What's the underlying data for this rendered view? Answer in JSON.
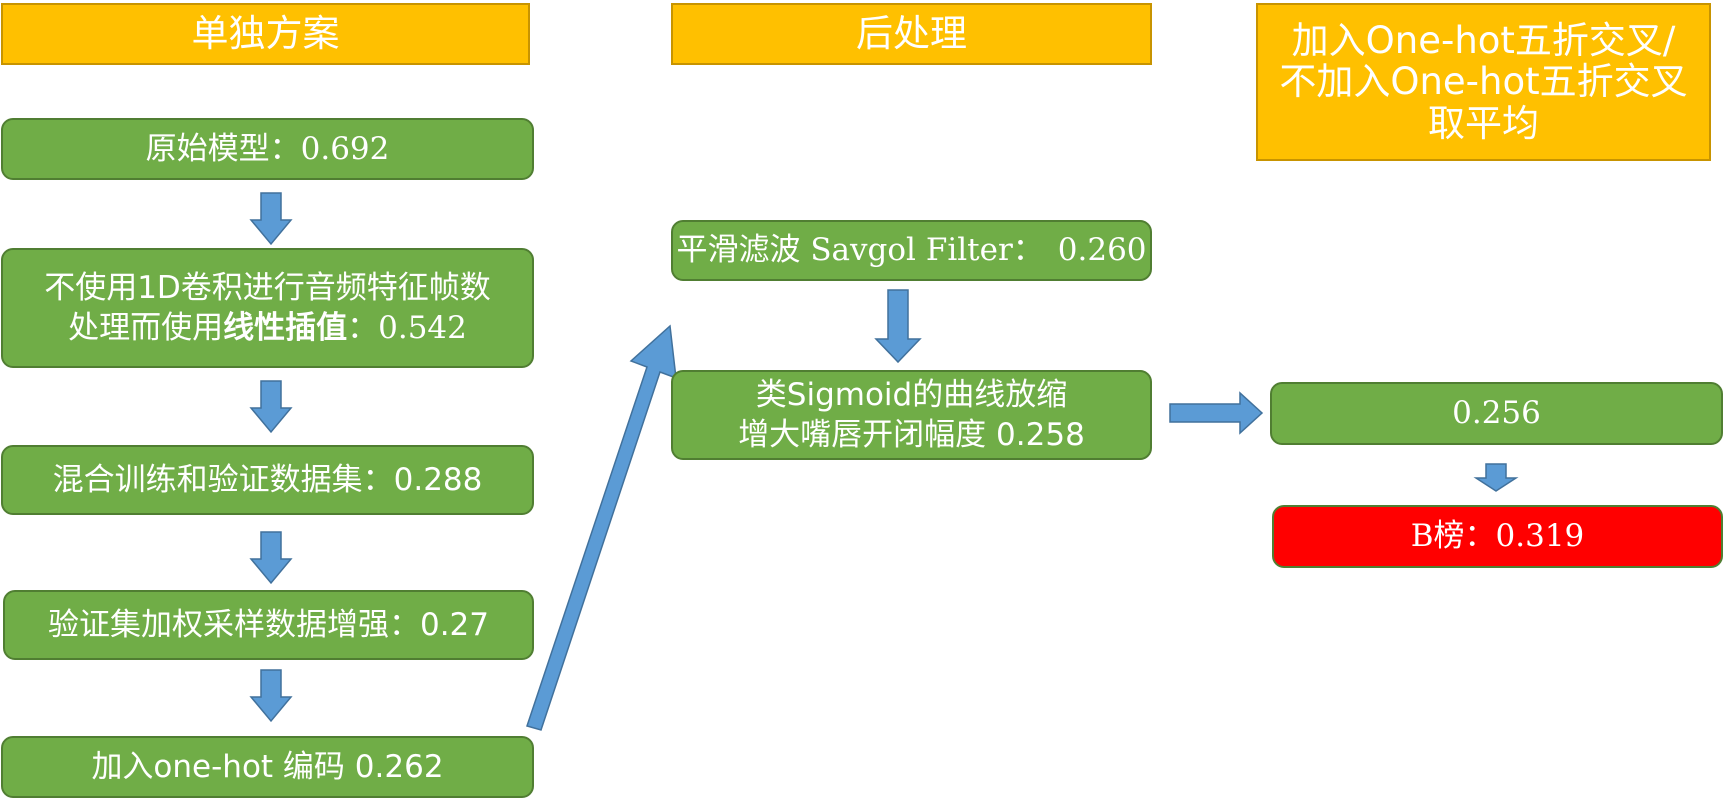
{
  "headers": {
    "individual": "单独方案",
    "post_processing": "后处理",
    "ensemble": [
      "加入One-hot五折交叉/",
      "不加入One-hot五折交叉",
      "取平均"
    ]
  },
  "individual_steps": {
    "original_model": {
      "label": "原始模型：",
      "score": "0.692"
    },
    "linear_interp": {
      "line1": "不使用1D卷积进行音频特征帧数",
      "line2_prefix": "处理而使用",
      "line2_bold": "线性插值",
      "line2_sep": "：",
      "score": "0.542"
    },
    "mixed_train_val": {
      "label": "混合训练和验证数据集：",
      "score": "0.288"
    },
    "weighted_sampling": {
      "label": "验证集加权采样数据增强：",
      "score": "0.27"
    },
    "one_hot": {
      "label": "加入one-hot 编码 ",
      "score": "0.262"
    }
  },
  "post_steps": {
    "savgol": {
      "label": "平滑滤波 ",
      "label_serif": "Savgol Filter：",
      "score": "0.260"
    },
    "sigmoid": {
      "line1": "类Sigmoid的曲线放缩",
      "line2": "增大嘴唇开闭幅度 0.258"
    }
  },
  "ensemble_steps": {
    "average": {
      "score": "0.256"
    },
    "leaderboard_b": {
      "label": "B榜：",
      "score": "0.319"
    }
  },
  "colors": {
    "header_fill": "#ffc000",
    "step_fill": "#70ad47",
    "highlight_fill": "#ff0000",
    "arrow_fill": "#5b9bd5"
  }
}
